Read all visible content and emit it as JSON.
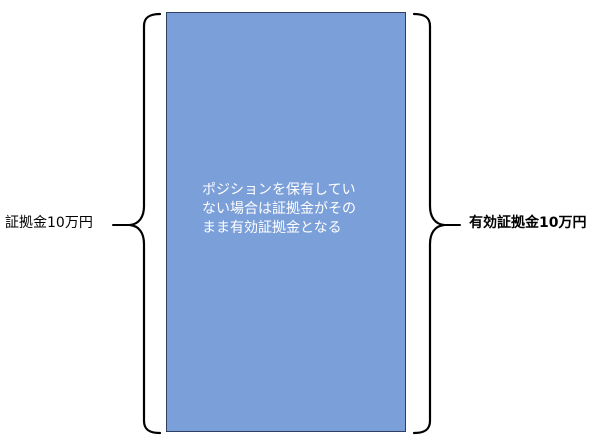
{
  "diagram": {
    "left_label": "証拠金10万円",
    "right_label": "有効証拠金10万円",
    "center_text_line1": "ポジションを保有してい",
    "center_text_line2": "ない場合は証拠金がその",
    "center_text_line3": "まま有効証拠金となる",
    "box_fill_color": "#7b9fd8",
    "box_border_color": "#2f3f5f",
    "text_color": "#ffffff"
  }
}
